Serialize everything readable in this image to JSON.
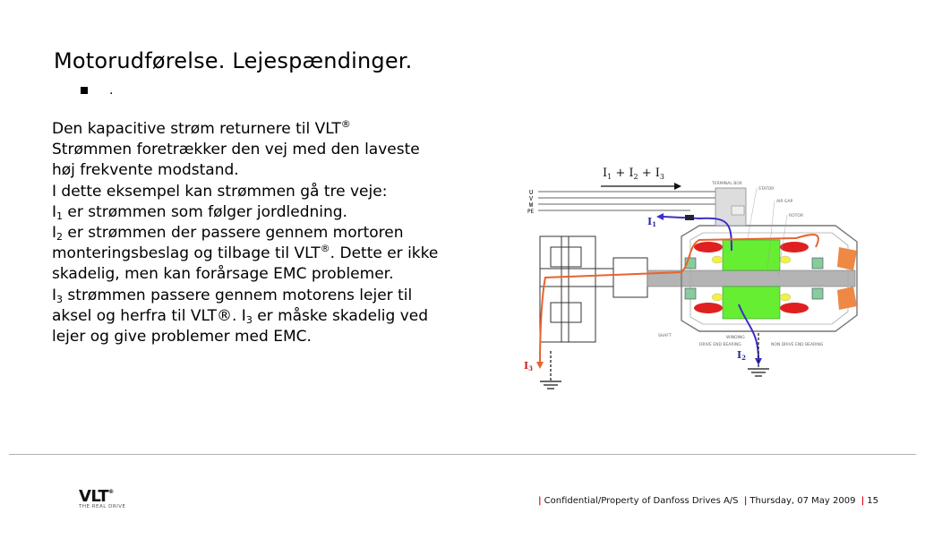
{
  "slide": {
    "title": "Motorudførelse. Lejespændinger.",
    "bullet": "."
  },
  "body": {
    "line1": "Den kapacitive strøm returnere til VLT",
    "line1_sup": "®",
    "line2": "Strømmen foretrækker den vej med den laveste",
    "line3": "høj frekvente modstand.",
    "line4": "I dette eksempel kan strømmen gå tre veje:",
    "i1_prefix": "I",
    "i1_sub": "1",
    "i1_text": " er strømmen som følger jordledning.",
    "i2_prefix": "I",
    "i2_sub": "2",
    "i2_text": " er strømmen der passere gennem mortoren",
    "i2_line2a": "monteringsbeslag og tilbage til VLT",
    "i2_sup": "®",
    "i2_line2b": ". Dette er ikke",
    "i2_line3": "skadelig, men kan forårsage EMC problemer.",
    "i3_prefix": "I",
    "i3_sub": "3",
    "i3_text": " strømmen passere gennem motorens lejer til",
    "i3_line2a": "aksel og herfra til VLT®. I",
    "i3_line2_sub": "3",
    "i3_line2b": " er måske skadelig ved",
    "i3_line3": "lejer og  give problemer med EMC."
  },
  "diagram": {
    "sum_label_parts": [
      "I",
      "1",
      " + I",
      "2",
      " + I",
      "3"
    ],
    "phase_labels": [
      "U",
      "V",
      "W",
      "PE"
    ],
    "label_i1": "I",
    "label_i1_sub": "1",
    "label_i2": "I",
    "label_i2_sub": "2",
    "label_i3": "I",
    "label_i3_sub": "3",
    "part_labels": {
      "terminal_box": "TERMINAL BOX",
      "stator": "STATOR",
      "air_gap": "AIR GAP",
      "rotor": "ROTOR",
      "shaft": "SHAFT",
      "winding": "WINDING",
      "drive_end": "DRIVE END BEARING",
      "non_drive_end": "NON DRIVE END BEARING"
    },
    "colors": {
      "current_orange": "#e8642c",
      "current_blue": "#3b2fc9",
      "stator_green": "#66ee33",
      "winding_red": "#e02020",
      "frame_gray": "#b4b4b4",
      "label_red": "#cc2222",
      "label_blue": "#2a2aa0"
    }
  },
  "footer": {
    "confidential": "Confidential/Property of Danfoss Drives A/S",
    "date": "Thursday, 07 May 2009",
    "page": "15",
    "separator": "|"
  },
  "logo": {
    "text": "VLT",
    "mark": "®",
    "tagline": "THE REAL DRIVE"
  }
}
